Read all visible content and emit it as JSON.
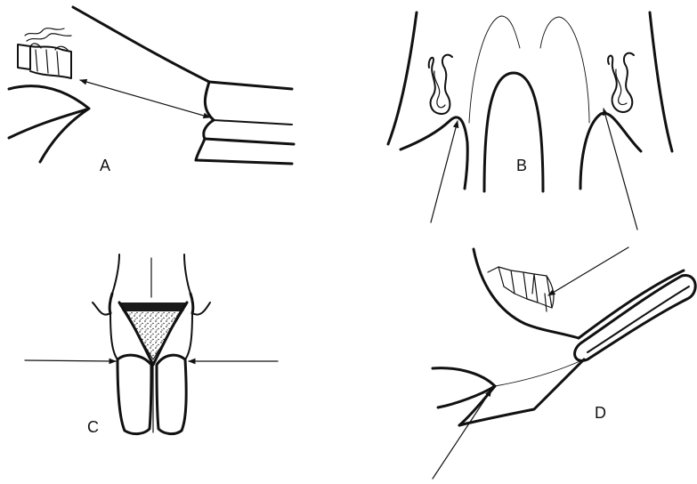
{
  "figure": {
    "panels": [
      {
        "id": "A",
        "label": "A"
      },
      {
        "id": "B",
        "label": "B"
      },
      {
        "id": "C",
        "label": "C"
      },
      {
        "id": "D",
        "label": "D"
      }
    ]
  },
  "colors": {
    "ink": "#111111",
    "background": "#ffffff"
  }
}
